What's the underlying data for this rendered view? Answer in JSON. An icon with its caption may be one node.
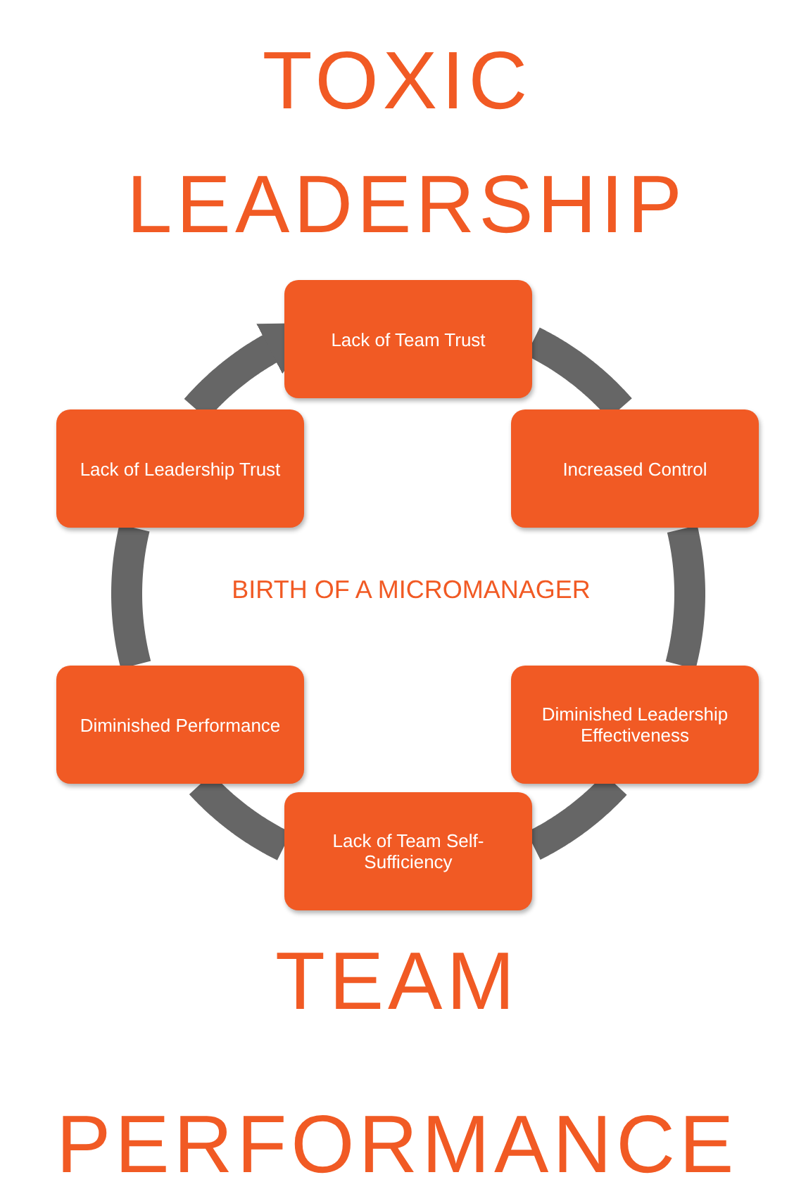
{
  "diagram": {
    "title": "TOXIC LEADERSHIP",
    "caption": "TEAM PERFORMANCE",
    "nodes": [
      {
        "text": [
          "Lack of Team Trust"
        ]
      },
      {
        "text": [
          "Lack of Leadership Trust"
        ]
      },
      {
        "text": [
          "Increased Control"
        ]
      },
      {
        "text": [
          "Diminished Performance"
        ]
      },
      {
        "text": [
          "Diminished Leadership Effectiveness"
        ]
      },
      {
        "text": [
          "Lack of Team Self-Sufficiency"
        ]
      }
    ],
    "edges": [
      {
        "from": 0,
        "to": 2,
        "arrow": "none"
      },
      {
        "from": 2,
        "to": 4,
        "arrow": "none"
      },
      {
        "from": 4,
        "to": 5,
        "arrow": "none"
      },
      {
        "from": 5,
        "to": 3,
        "arrow": "none"
      },
      {
        "from": 3,
        "to": 1,
        "arrow": "none"
      },
      {
        "from": 1,
        "to": 0,
        "arrow": "to"
      }
    ],
    "labels": [
      "BIRTH OF A MICROMANAGER"
    ]
  }
}
